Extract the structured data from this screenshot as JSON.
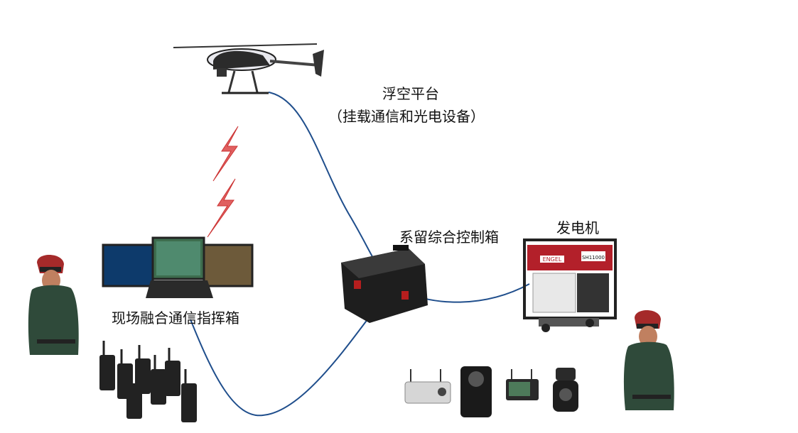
{
  "labels": {
    "aerial_platform": "浮空平台",
    "aerial_platform_sub": "（挂载通信和光电设备）",
    "tether_control_box": "系留综合控制箱",
    "generator": "发电机",
    "command_box": "现场融合通信指挥箱"
  },
  "generator_brand": "ENGEL",
  "generator_model": "SH11000",
  "colors": {
    "cable": "#1f4e8c",
    "lightning": "#d9534f",
    "generator_red": "#b3202a",
    "uniform": "#2f4a3a",
    "helmet": "#a52a2a"
  },
  "icons": [
    "helicopter-drone-icon",
    "lightning-icon",
    "laptop-icon",
    "control-box-icon",
    "generator-icon",
    "worker-icon",
    "radio-icon",
    "bullet-camera-icon",
    "body-camera-icon",
    "monitor-icon",
    "dome-camera-icon"
  ]
}
